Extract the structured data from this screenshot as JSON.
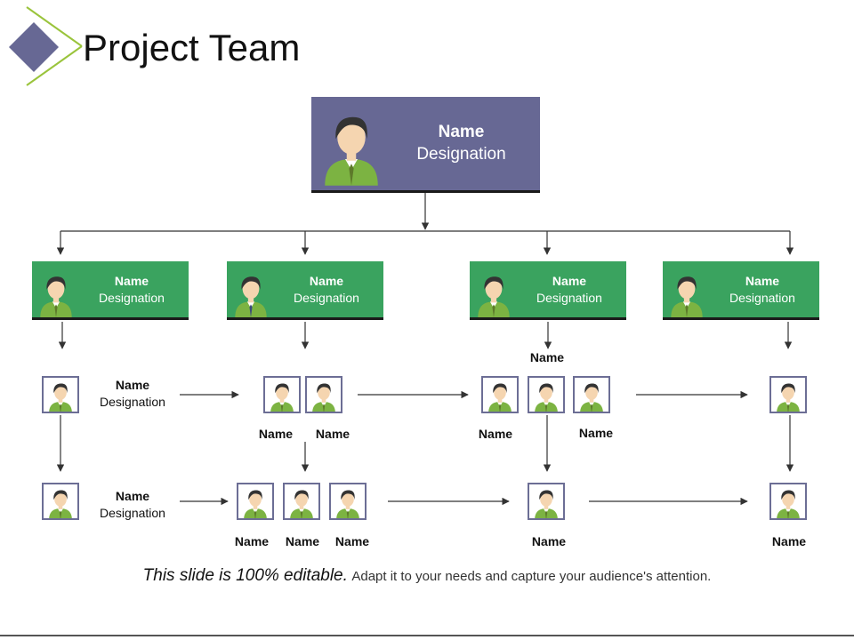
{
  "slide": {
    "title": "Project Team"
  },
  "colors": {
    "top_box": "#676894",
    "manager_box": "#3aa35f",
    "accent_line": "#9ac43c",
    "diamond": "#676894",
    "frame_border": "#6c6e95"
  },
  "top": {
    "name": "Name",
    "designation": "Designation"
  },
  "managers": [
    {
      "name": "Name",
      "designation": "Designation"
    },
    {
      "name": "Name",
      "designation": "Designation"
    },
    {
      "name": "Name",
      "designation": "Designation"
    },
    {
      "name": "Name",
      "designation": "Designation"
    }
  ],
  "row1": {
    "side_name": "Name",
    "side_designation": "Designation",
    "labels": [
      "Name",
      "Name",
      "Name",
      "Name",
      "Name"
    ]
  },
  "row2": {
    "side_name": "Name",
    "side_designation": "Designation",
    "labels": [
      "Name",
      "Name",
      "Name",
      "Name",
      "Name"
    ]
  },
  "footer": {
    "lead": "This slide is 100% editable.",
    "rest": "Adapt it to your needs and capture your audience's attention."
  },
  "icons": {
    "person": "person-icon",
    "logo": "diamond-logo-icon"
  }
}
